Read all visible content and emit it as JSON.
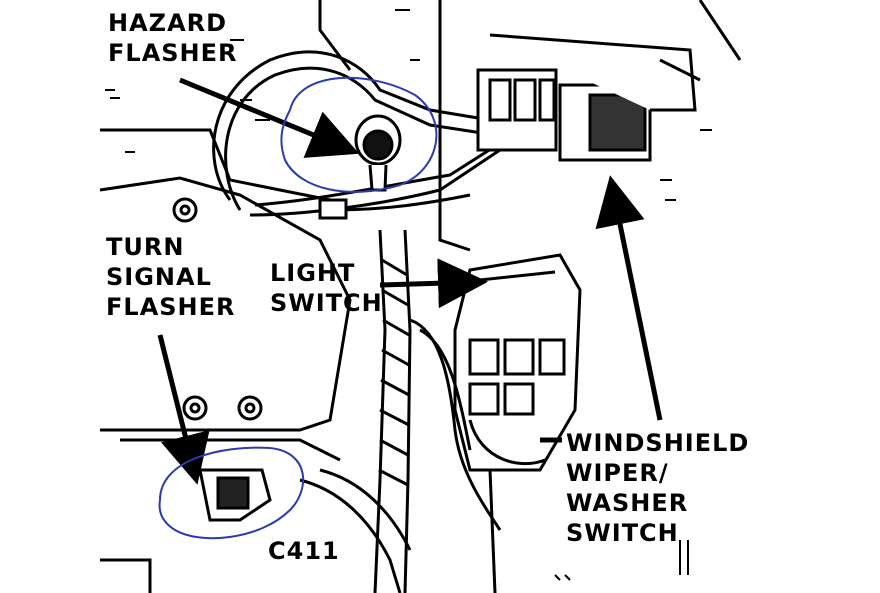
{
  "labels": {
    "hazard": [
      "HAZARD",
      "FLASHER"
    ],
    "turn": [
      "TURN",
      "SIGNAL",
      "FLASHER"
    ],
    "light": [
      "LIGHT",
      "SWITCH"
    ],
    "wiper": [
      "WINDSHIELD",
      "WIPER/",
      "WASHER",
      "SWITCH"
    ],
    "connector": "C411"
  },
  "colors": {
    "ink": "#000000",
    "marker": "#2b3bb0",
    "paper": "#ffffff"
  }
}
